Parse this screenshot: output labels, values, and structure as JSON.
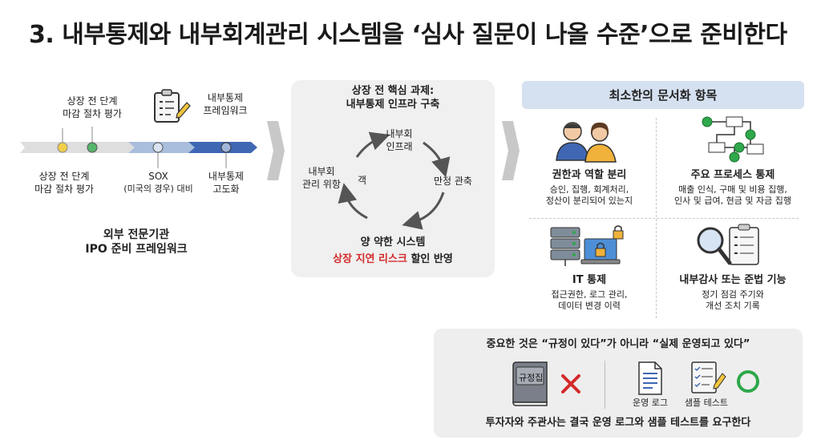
{
  "title": "3. 내부통제와 내부회계관리 시스템을 ‘심사 질문이 나올 수준’으로 준비한다",
  "left": {
    "top_label": [
      "상장 전 단계",
      "마감 절차 평가"
    ],
    "icon_label": [
      "내부통제",
      "프레임워크"
    ],
    "under_1": [
      "상장 전 단계",
      "마감 절차 평가"
    ],
    "under_2a": "SOX",
    "under_2b": "(미국의 경우) 대비",
    "under_3": [
      "내부통제",
      "고도화"
    ],
    "caption": [
      "외부 전문기관",
      "IPO 준비 프레임워크"
    ]
  },
  "center": {
    "heading": [
      "상장 전 핵심 과제:",
      "내부통제 인프라 구축"
    ],
    "node_top": [
      "내부회",
      "인프래"
    ],
    "node_right": "만정 관축",
    "node_left": [
      "내부회",
      "관리 위항"
    ],
    "node_left_extra": "객",
    "weak_title": "양 약한 시스템",
    "weak_red": "상장 지연 리스크",
    "weak_tail": " 할인 반영"
  },
  "right": {
    "header": "최소한의 문서화 항목",
    "items": [
      {
        "title": "권한과 역할 분리",
        "desc": [
          "승인, 집행, 회계처리,",
          "정산이 분리되어 있는지"
        ]
      },
      {
        "title": "주요 프로세스 통제",
        "desc": [
          "매출 인식, 구매 및 비용 집행,",
          "인사 및 급여, 현금 및 자금 집행"
        ]
      },
      {
        "title": "IT 통제",
        "desc": [
          "접근권한, 로그 관리,",
          "데이터 변경 이력"
        ]
      },
      {
        "title": "내부감사 또는 준법 기능",
        "desc": [
          "정기 점검 주기와",
          "개선 조치 기록"
        ]
      }
    ]
  },
  "bottom": {
    "headline": "중요한 것은 “규정이 있다”가 아니라 “실제 운영되고 있다”",
    "book_label": "규정집",
    "log_label": "운영 로그",
    "sample_label": "샘플 테스트",
    "footer": "투자자와 주관사는 결국 운영 로그와 샘플 테스트를 요구한다"
  },
  "colors": {
    "timeline_light": "#dedede",
    "timeline_mid": "#a9bddc",
    "timeline_dark": "#3f67b4",
    "accent_red": "#d42a2a",
    "accent_green": "#2ea84a",
    "chevron": "#c8c8c8",
    "card_bg": "#f0f0f0",
    "header_bg": "#d5e0f0"
  },
  "icons": [
    "clipboard-pencil-icon",
    "people-icon",
    "process-flow-icon",
    "server-lock-icon",
    "magnifier-checklist-icon",
    "book-icon",
    "x-mark-icon",
    "document-icon",
    "checklist-pencil-icon",
    "circle-icon",
    "cycle-arrows-icon"
  ]
}
